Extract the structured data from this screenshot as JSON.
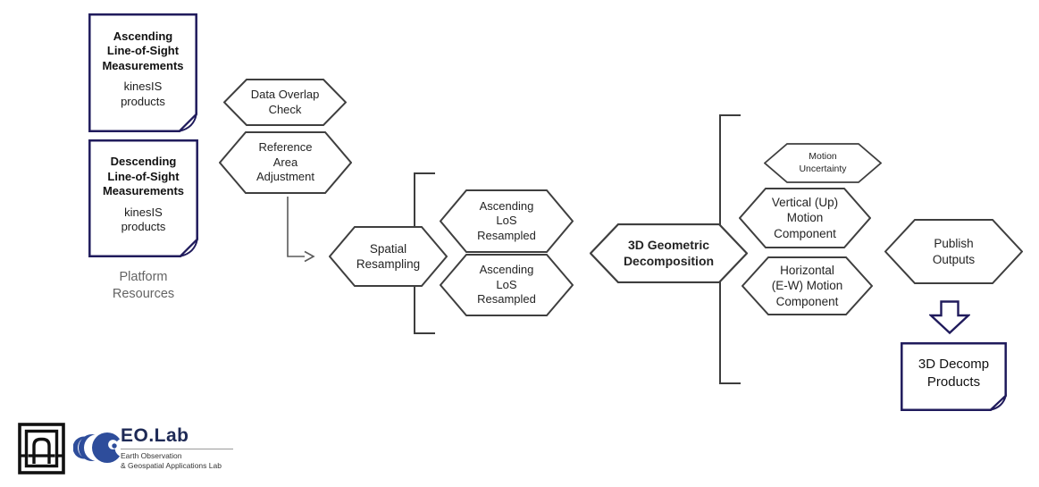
{
  "colors": {
    "navy_border": "#201b5c",
    "hex_border": "#3f3f3f",
    "gray_text": "#646464",
    "eolab_blue": "#2e4d9b",
    "eolab_navy": "#1e2a56"
  },
  "sources": {
    "ascending_doc": {
      "title": "Ascending\nLine-of-Sight\nMeasurements",
      "subtitle": "kinesIS\nproducts"
    },
    "descending_doc": {
      "title": "Descending\nLine-of-Sight\nMeasurements",
      "subtitle": "kinesIS\nproducts"
    },
    "group_label": "Platform\nResources"
  },
  "nodes": {
    "data_overlap_check": "Data Overlap\nCheck",
    "reference_area_adjustment": "Reference\nArea\nAdjustment",
    "spatial_resampling": "Spatial\nResampling",
    "ascending_los_resampled_1": "Ascending\nLoS\nResampled",
    "ascending_los_resampled_2": "Ascending\nLoS\nResampled",
    "geometric_decomposition": "3D Geometric\nDecomposition",
    "motion_uncertainty": "Motion\nUncertainty",
    "vertical_motion": "Vertical (Up)\nMotion\nComponent",
    "horizontal_motion": "Horizontal\n(E-W) Motion\nComponent",
    "publish_outputs": "Publish\nOutputs"
  },
  "outputs": {
    "decomp_doc_title": "3D Decomp\nProducts"
  },
  "footer": {
    "eolab_title": "EO.Lab",
    "eolab_subtitle_line1": "Earth Observation",
    "eolab_subtitle_line2": "& Geospatial Applications Lab"
  }
}
